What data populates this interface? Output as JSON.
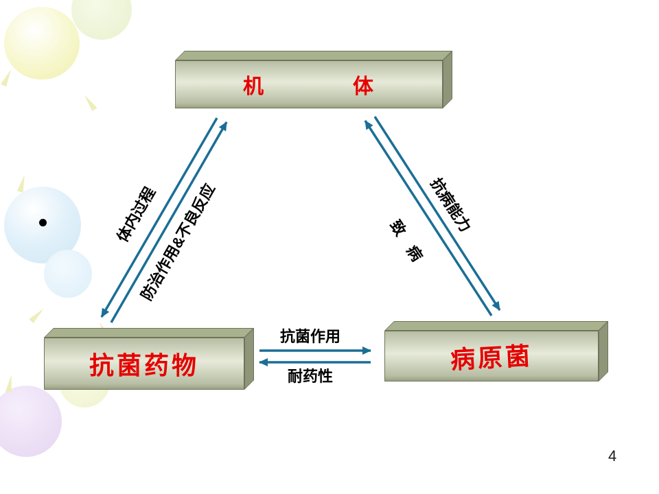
{
  "slide": {
    "page_number": "4"
  },
  "diagram": {
    "nodes": {
      "body": {
        "label": "机　　　　体"
      },
      "drug": {
        "label": "抗菌药物"
      },
      "pathogen": {
        "label": "病原菌"
      }
    },
    "edges": {
      "body_drug": {
        "label_outer": "体内过程",
        "label_inner": "防治作用&不良反应"
      },
      "body_pathogen": {
        "label_outer": "抗病能力",
        "label_inner": "致　病"
      },
      "drug_pathogen": {
        "label_top": "抗菌作用",
        "label_bottom": "耐药性"
      }
    },
    "colors": {
      "arrow": "#1b6e96",
      "node_text": "#e60000",
      "label_text": "#000000",
      "box_front": "#b7bea4",
      "box_front_light": "#e7ead9",
      "box_top": "#a9b28e",
      "box_side": "#8e9579",
      "box_edge": "#6e7459"
    }
  }
}
